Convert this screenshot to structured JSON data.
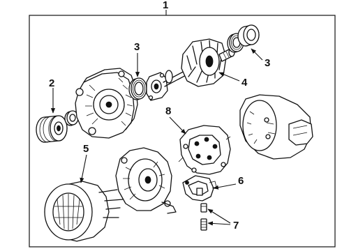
{
  "callouts": {
    "c1": "1",
    "c2": "2",
    "c3a": "3",
    "c3b": "3",
    "c4": "4",
    "c5": "5",
    "c6": "6",
    "c7": "7",
    "c8": "8"
  },
  "colors": {
    "line": "#111111",
    "background": "#ffffff"
  }
}
